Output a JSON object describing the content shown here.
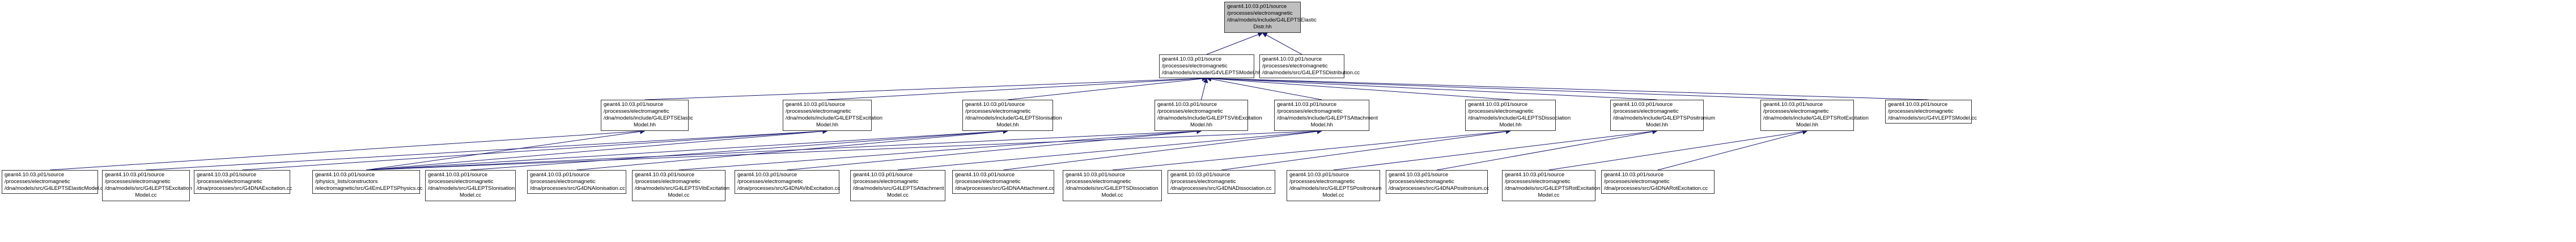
{
  "nodes": {
    "root": {
      "lines": [
        "geant4.10.03.p01/source",
        "/processes/electromagnetic",
        "/dna/models/include/G4LEPTSElastic",
        "Distr.hh"
      ]
    },
    "distr_cc": {
      "lines": [
        "geant4.10.03.p01/source",
        "/processes/electromagnetic",
        "/dna/models/src/G4LEPTSDistribution.cc"
      ]
    },
    "vmodel_hh": {
      "lines": [
        "geant4.10.03.p01/source",
        "/processes/electromagnetic",
        "/dna/models/include/G4VLEPTSModel.hh"
      ]
    },
    "elastic_hh": {
      "lines": [
        "geant4.10.03.p01/source",
        "/processes/electromagnetic",
        "/dna/models/include/G4LEPTSElastic",
        "Model.hh"
      ]
    },
    "excitation_hh": {
      "lines": [
        "geant4.10.03.p01/source",
        "/processes/electromagnetic",
        "/dna/models/include/G4LEPTSExcitation",
        "Model.hh"
      ]
    },
    "ionisation_hh": {
      "lines": [
        "geant4.10.03.p01/source",
        "/processes/electromagnetic",
        "/dna/models/include/G4LEPTSIonisation",
        "Model.hh"
      ]
    },
    "vibexc_hh": {
      "lines": [
        "geant4.10.03.p01/source",
        "/processes/electromagnetic",
        "/dna/models/include/G4LEPTSVibExcitation",
        "Model.hh"
      ]
    },
    "attachment_hh": {
      "lines": [
        "geant4.10.03.p01/source",
        "/processes/electromagnetic",
        "/dna/models/include/G4LEPTSAttachment",
        "Model.hh"
      ]
    },
    "dissociation_hh": {
      "lines": [
        "geant4.10.03.p01/source",
        "/processes/electromagnetic",
        "/dna/models/include/G4LEPTSDissociation",
        "Model.hh"
      ]
    },
    "positronium_hh": {
      "lines": [
        "geant4.10.03.p01/source",
        "/processes/electromagnetic",
        "/dna/models/include/G4LEPTSPositronium",
        "Model.hh"
      ]
    },
    "rotexc_hh": {
      "lines": [
        "geant4.10.03.p01/source",
        "/processes/electromagnetic",
        "/dna/models/include/G4LEPTSRotExcitation",
        "Model.hh"
      ]
    },
    "vmodel_cc": {
      "lines": [
        "geant4.10.03.p01/source",
        "/processes/electromagnetic",
        "/dna/models/src/G4VLEPTSModel.cc"
      ]
    },
    "elastic_cc": {
      "lines": [
        "geant4.10.03.p01/source",
        "/processes/electromagnetic",
        "/dna/models/src/G4LEPTSElasticModel.cc"
      ]
    },
    "excitation_cc": {
      "lines": [
        "geant4.10.03.p01/source",
        "/processes/electromagnetic",
        "/dna/models/src/G4LEPTSExcitation",
        "Model.cc"
      ]
    },
    "dna_excitation_cc": {
      "lines": [
        "geant4.10.03.p01/source",
        "/processes/electromagnetic",
        "/dna/processes/src/G4DNAExcitation.cc"
      ]
    },
    "physics_cc": {
      "lines": [
        "geant4.10.03.p01/source",
        "/physics_lists/constructors",
        "/electromagnetic/src/G4EmLEPTSPhysics.cc"
      ]
    },
    "ionisation_cc": {
      "lines": [
        "geant4.10.03.p01/source",
        "/processes/electromagnetic",
        "/dna/models/src/G4LEPTSIonisation",
        "Model.cc"
      ]
    },
    "dna_ionisation_cc": {
      "lines": [
        "geant4.10.03.p01/source",
        "/processes/electromagnetic",
        "/dna/processes/src/G4DNAIonisation.cc"
      ]
    },
    "vibexc_cc": {
      "lines": [
        "geant4.10.03.p01/source",
        "/processes/electromagnetic",
        "/dna/models/src/G4LEPTSVibExcitation",
        "Model.cc"
      ]
    },
    "dna_vibexc_cc": {
      "lines": [
        "geant4.10.03.p01/source",
        "/processes/electromagnetic",
        "/dna/processes/src/G4DNAVibExcitation.cc"
      ]
    },
    "attachment_cc": {
      "lines": [
        "geant4.10.03.p01/source",
        "/processes/electromagnetic",
        "/dna/models/src/G4LEPTSAttachment",
        "Model.cc"
      ]
    },
    "dna_attachment_cc": {
      "lines": [
        "geant4.10.03.p01/source",
        "/processes/electromagnetic",
        "/dna/processes/src/G4DNAAttachment.cc"
      ]
    },
    "dissociation_cc": {
      "lines": [
        "geant4.10.03.p01/source",
        "/processes/electromagnetic",
        "/dna/models/src/G4LEPTSDissociation",
        "Model.cc"
      ]
    },
    "dna_dissociation_cc": {
      "lines": [
        "geant4.10.03.p01/source",
        "/processes/electromagnetic",
        "/dna/processes/src/G4DNADissociation.cc"
      ]
    },
    "positronium_cc": {
      "lines": [
        "geant4.10.03.p01/source",
        "/processes/electromagnetic",
        "/dna/models/src/G4LEPTSPositronium",
        "Model.cc"
      ]
    },
    "dna_positronium_cc": {
      "lines": [
        "geant4.10.03.p01/source",
        "/processes/electromagnetic",
        "/dna/processes/src/G4DNAPositronium.cc"
      ]
    },
    "rotexc_cc": {
      "lines": [
        "geant4.10.03.p01/source",
        "/processes/electromagnetic",
        "/dna/models/src/G4LEPTSRotExcitation",
        "Model.cc"
      ]
    },
    "dna_rotexc_cc": {
      "lines": [
        "geant4.10.03.p01/source",
        "/processes/electromagnetic",
        "/dna/processes/src/G4DNARotExcitation.cc"
      ]
    }
  },
  "edges": [
    [
      "distr_cc",
      "root"
    ],
    [
      "vmodel_hh",
      "root"
    ],
    [
      "vmodel_cc",
      "vmodel_hh"
    ],
    [
      "elastic_hh",
      "vmodel_hh"
    ],
    [
      "excitation_hh",
      "vmodel_hh"
    ],
    [
      "ionisation_hh",
      "vmodel_hh"
    ],
    [
      "vibexc_hh",
      "vmodel_hh"
    ],
    [
      "attachment_hh",
      "vmodel_hh"
    ],
    [
      "dissociation_hh",
      "vmodel_hh"
    ],
    [
      "positronium_hh",
      "vmodel_hh"
    ],
    [
      "rotexc_hh",
      "vmodel_hh"
    ],
    [
      "elastic_cc",
      "elastic_hh"
    ],
    [
      "physics_cc",
      "elastic_hh"
    ],
    [
      "excitation_cc",
      "excitation_hh"
    ],
    [
      "dna_excitation_cc",
      "excitation_hh"
    ],
    [
      "physics_cc",
      "excitation_hh"
    ],
    [
      "physics_cc",
      "ionisation_hh"
    ],
    [
      "ionisation_cc",
      "ionisation_hh"
    ],
    [
      "dna_ionisation_cc",
      "ionisation_hh"
    ],
    [
      "physics_cc",
      "vibexc_hh"
    ],
    [
      "vibexc_cc",
      "vibexc_hh"
    ],
    [
      "dna_vibexc_cc",
      "vibexc_hh"
    ],
    [
      "physics_cc",
      "attachment_hh"
    ],
    [
      "attachment_cc",
      "attachment_hh"
    ],
    [
      "dna_attachment_cc",
      "attachment_hh"
    ],
    [
      "dissociation_cc",
      "dissociation_hh"
    ],
    [
      "dna_dissociation_cc",
      "dissociation_hh"
    ],
    [
      "positronium_cc",
      "positronium_hh"
    ],
    [
      "dna_positronium_cc",
      "positronium_hh"
    ],
    [
      "rotexc_cc",
      "rotexc_hh"
    ],
    [
      "dna_rotexc_cc",
      "rotexc_hh"
    ]
  ],
  "colors": {
    "edge": "#191970",
    "node_border": "#333333",
    "root_fill": "#bfbfbf",
    "node_fill": "#ffffff"
  }
}
